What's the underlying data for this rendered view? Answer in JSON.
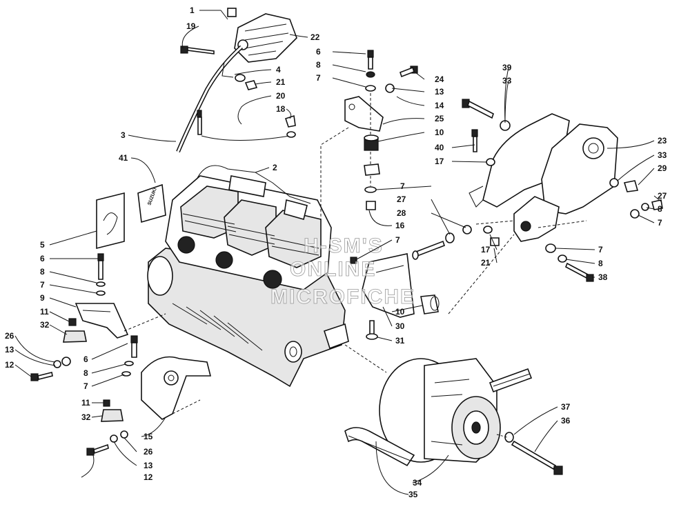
{
  "watermark": {
    "line1": "H-SM'S",
    "line2": "ONLINE",
    "line3": "MICROFICHE"
  },
  "callouts": [
    "1",
    "19",
    "22",
    "6",
    "8",
    "24",
    "7",
    "13",
    "4",
    "21",
    "20",
    "14",
    "18",
    "25",
    "10",
    "3",
    "2",
    "40",
    "17",
    "41",
    "5",
    "27",
    "28",
    "16",
    "6",
    "8",
    "7",
    "9",
    "11",
    "32",
    "26",
    "13",
    "12",
    "6",
    "8",
    "7",
    "11",
    "32",
    "15",
    "12",
    "13",
    "26",
    "39",
    "33",
    "23",
    "33",
    "29",
    "27",
    "8",
    "7",
    "7",
    "21",
    "17",
    "7",
    "8",
    "38",
    "10",
    "30",
    "31",
    "37",
    "36",
    "34",
    "35"
  ]
}
